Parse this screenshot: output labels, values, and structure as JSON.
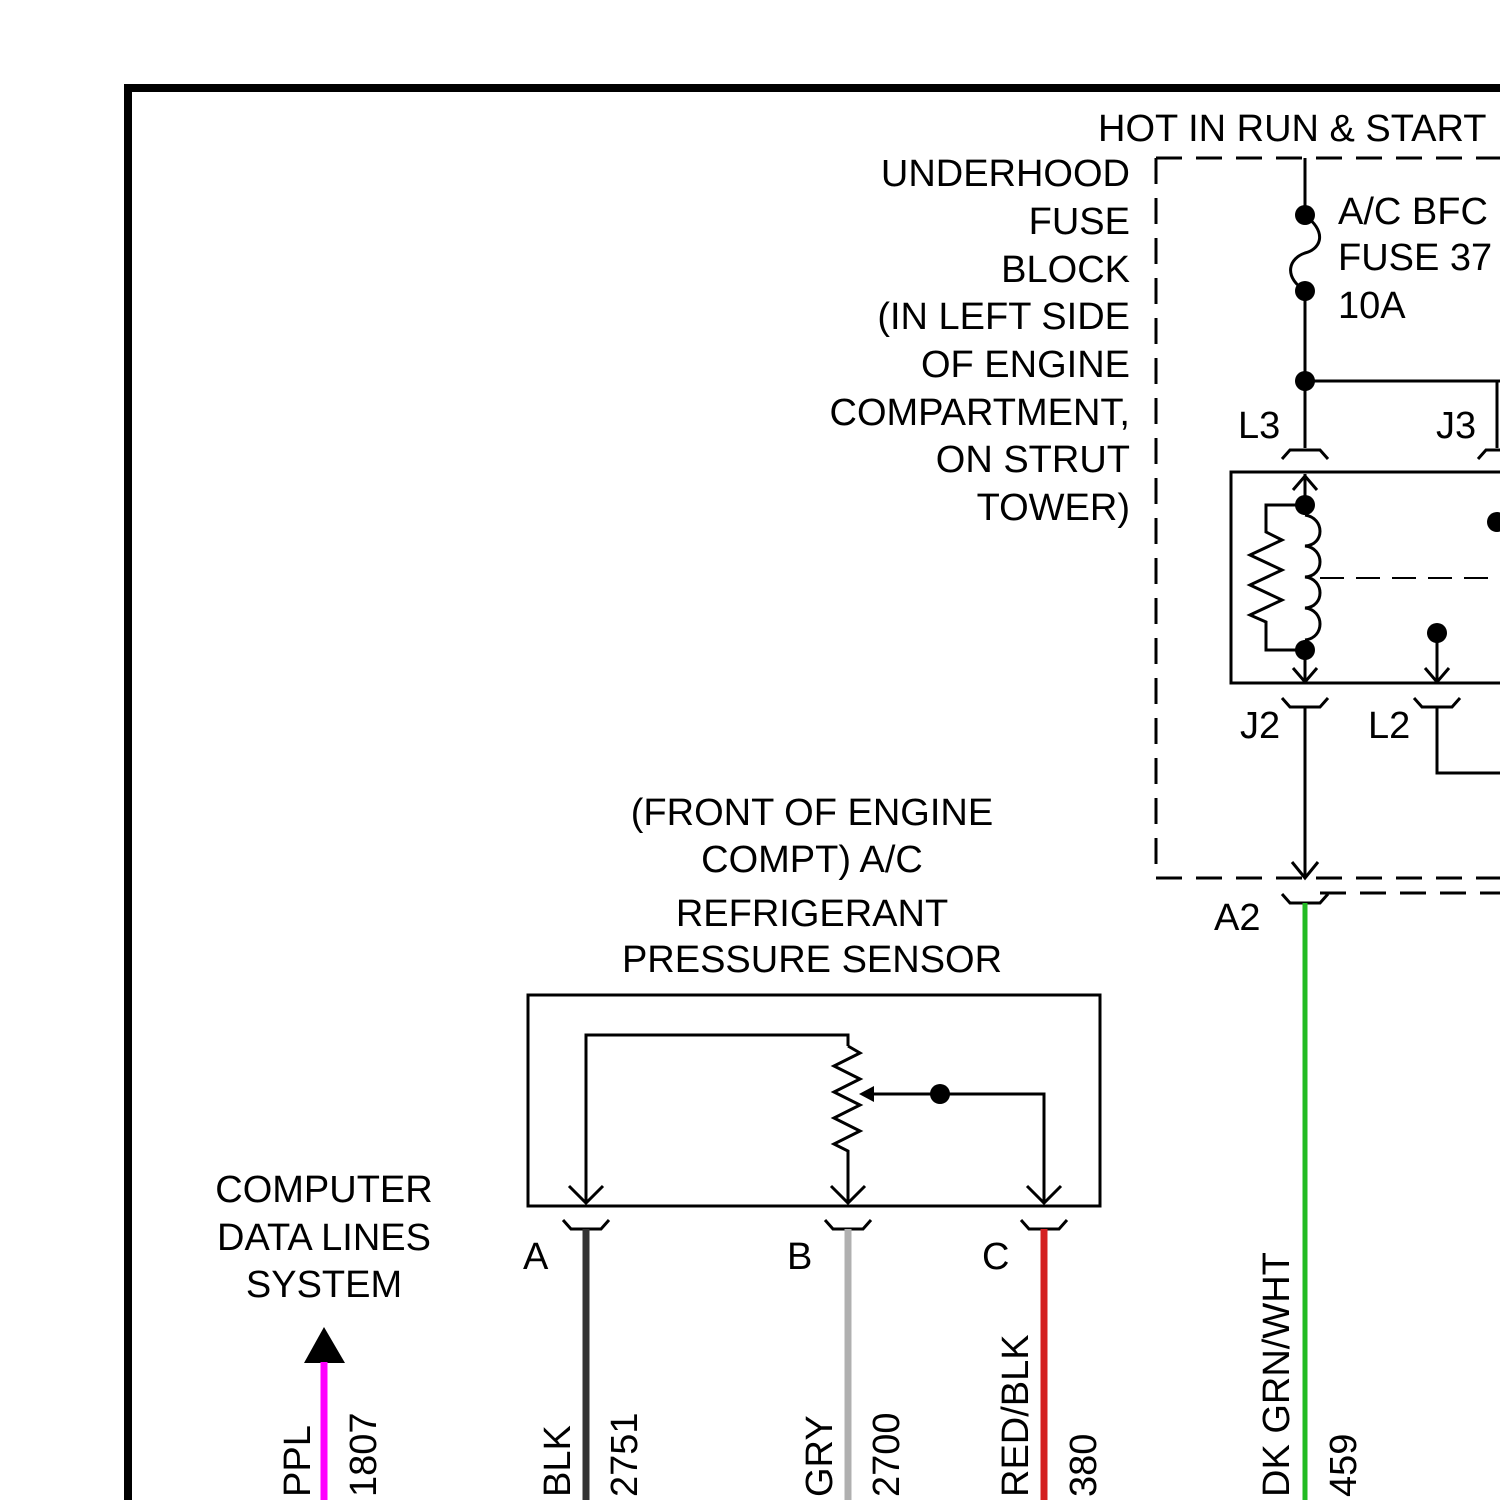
{
  "power": {
    "hot_label": "HOT IN RUN & START"
  },
  "fuse_block": {
    "lines": [
      "UNDERHOOD",
      "FUSE",
      "BLOCK",
      "(IN LEFT SIDE",
      "OF ENGINE",
      "COMPARTMENT,",
      "ON STRUT",
      "TOWER)"
    ]
  },
  "fuse": {
    "lines": [
      "A/C BFC",
      "FUSE 37",
      "10A"
    ]
  },
  "relay_pins": {
    "l3": "L3",
    "j3": "J3",
    "j2": "J2",
    "l2": "L2"
  },
  "splice": {
    "a2": "A2"
  },
  "sensor": {
    "lines": [
      "(FRONT OF ENGINE",
      "COMPT) A/C",
      "REFRIGERANT",
      "PRESSURE SENSOR"
    ],
    "pins": {
      "a": "A",
      "b": "B",
      "c": "C"
    }
  },
  "data_lines": {
    "lines": [
      "COMPUTER",
      "DATA LINES",
      "SYSTEM"
    ]
  },
  "wires": [
    {
      "color_name": "PPL",
      "circuit": "1807",
      "hex": "#ff00ff"
    },
    {
      "color_name": "BLK",
      "circuit": "2751",
      "hex": "#333333"
    },
    {
      "color_name": "GRY",
      "circuit": "2700",
      "hex": "#b0b0b0"
    },
    {
      "color_name": "RED/BLK",
      "circuit": "380",
      "hex": "#d42020"
    },
    {
      "color_name": "DK GRN/WHT",
      "circuit": "459",
      "hex": "#22bb22"
    }
  ]
}
